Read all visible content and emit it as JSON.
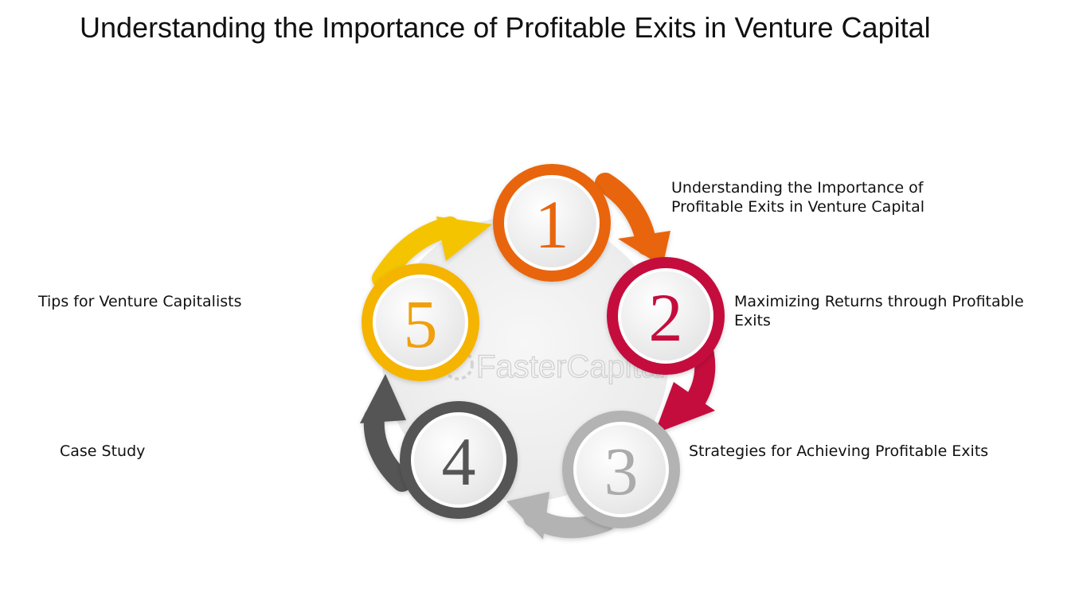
{
  "title": "Understanding the Importance of Profitable Exits in Venture Capital",
  "watermark": "FasterCapital",
  "steps": [
    {
      "number": "1",
      "label_lines": [
        "Understanding the Importance of",
        "Profitable Exits in Venture Capital"
      ],
      "color": "#E8650A",
      "number_color": "#E8650A"
    },
    {
      "number": "2",
      "label_lines": [
        "Maximizing Returns through Profitable",
        "Exits"
      ],
      "color": "#C4093C",
      "number_color": "#C4093C"
    },
    {
      "number": "3",
      "label_lines": [
        "Strategies for Achieving Profitable Exits"
      ],
      "color": "#B3B3B3",
      "number_color": "#ABABAB"
    },
    {
      "number": "4",
      "label_lines": [
        "Case Study"
      ],
      "color": "#555555",
      "number_color": "#555555"
    },
    {
      "number": "5",
      "label_lines": [
        "Tips for Venture Capitalists"
      ],
      "color": "#F5B400",
      "number_color": "#F0A010"
    }
  ]
}
